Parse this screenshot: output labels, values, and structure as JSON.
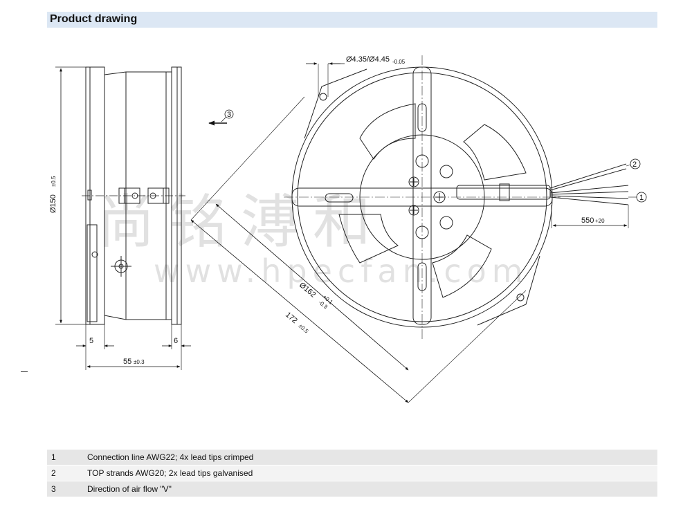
{
  "header": {
    "title": "Product drawing"
  },
  "dimensions": {
    "hole_a": "Ø4.35/Ø4.45",
    "hole_tol": "-0.05",
    "diameter_150": "Ø150",
    "diameter_150_tol": "±0.5",
    "left_5": "5",
    "right_6": "6",
    "depth_55": "55",
    "depth_55_tol": "±0.3",
    "diameter_162": "Ø162",
    "diameter_162_tol_plus": "+0.1",
    "diameter_162_tol_minus": "-0.3",
    "diag_172": "172",
    "diag_172_tol": "±0.5",
    "lead_550": "550",
    "lead_550_tol": "+20"
  },
  "callouts": {
    "c1": "1",
    "c2": "2",
    "c3": "3"
  },
  "watermark": {
    "chinese": "尚铭溥和",
    "url": "www.hpecfan.com"
  },
  "legend": [
    {
      "num": "1",
      "text": "Connection line AWG22; 4x lead tips crimped"
    },
    {
      "num": "2",
      "text": "TOP strands AWG20; 2x lead tips galvanised"
    },
    {
      "num": "3",
      "text": "Direction of air flow \"V\""
    }
  ]
}
